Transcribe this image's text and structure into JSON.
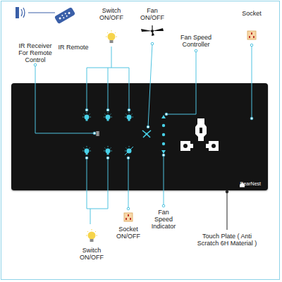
{
  "diagram": {
    "nodes": [
      {
        "text": [
          "DearNest"
        ]
      }
    ],
    "labels": [
      "IR Receiver For Remote Control",
      "IR Remote",
      "Switch ON/OFF",
      "Fan ON/OFF",
      "Fan Speed Controller",
      "Socket",
      "Switch ON/OFF",
      "Socket ON/OFF",
      "Fan Speed Indicator",
      "Touch Plate ( Anti Scratch 6H Material )"
    ]
  }
}
